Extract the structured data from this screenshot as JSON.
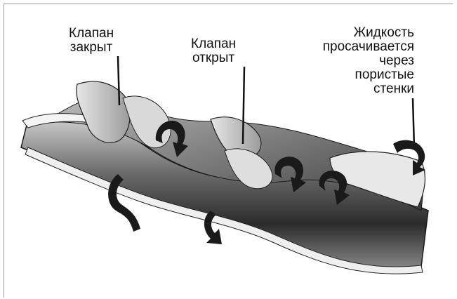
{
  "labels": {
    "valve_closed": [
      "Клапан",
      "закрыт"
    ],
    "valve_open": [
      "Клапан",
      "открыт"
    ],
    "fluid": [
      "Жидкость",
      "просачивается",
      "через",
      "пористые",
      "стенки"
    ]
  },
  "colors": {
    "tube_dark": "#2a2a2a",
    "tube_mid": "#7a7a7a",
    "tube_light": "#d8d8d8",
    "rim": "#f2f2f2",
    "arrow": "#1a1a1a"
  }
}
